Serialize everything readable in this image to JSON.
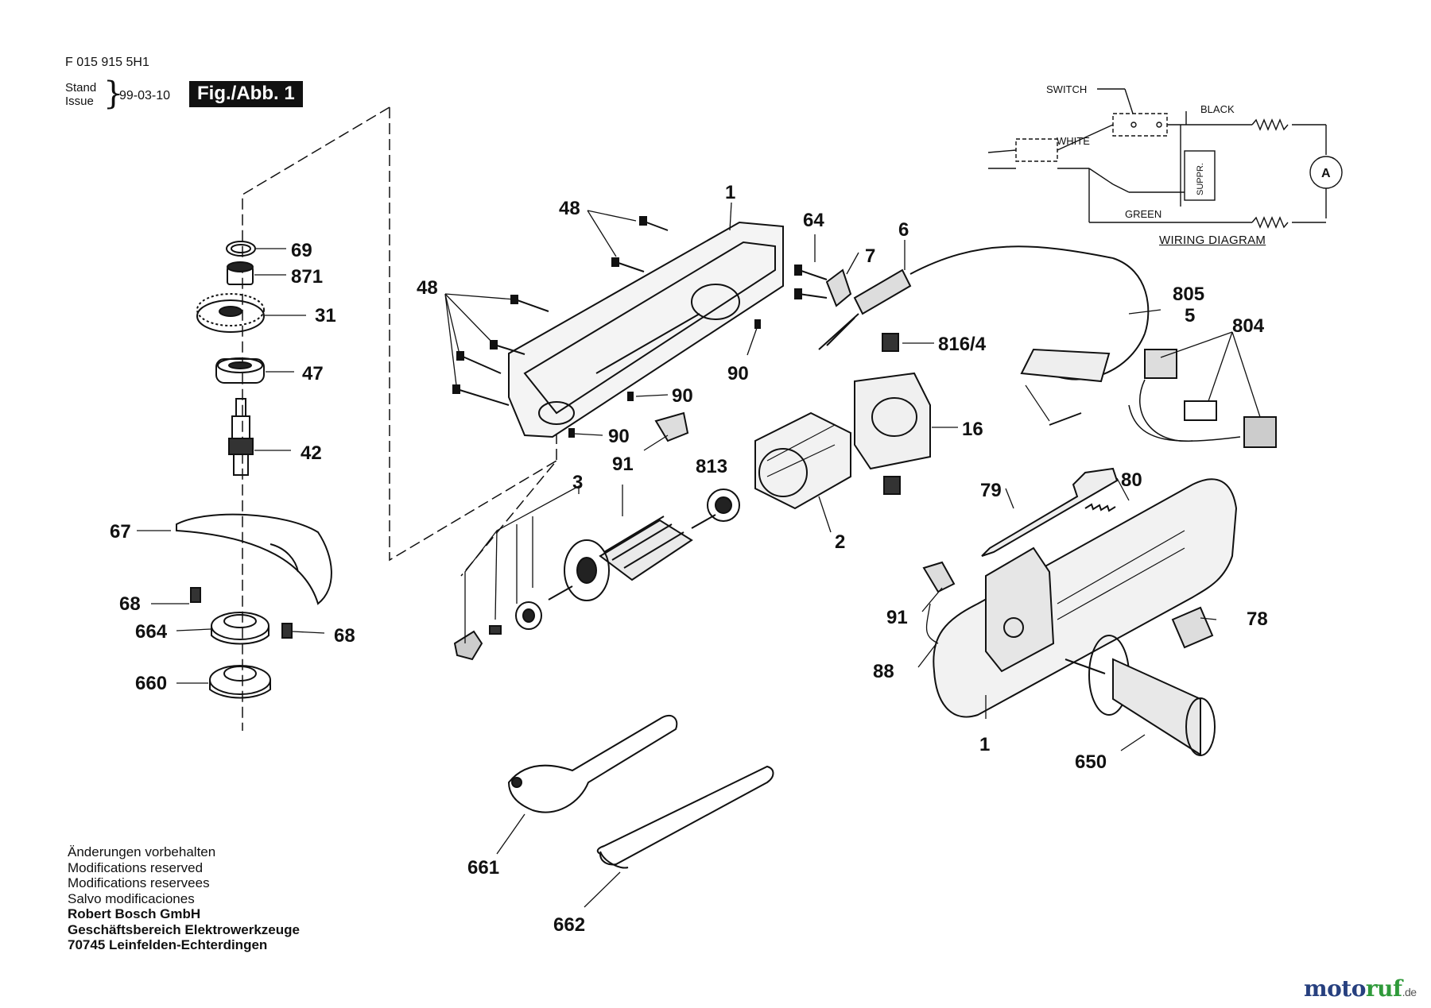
{
  "header": {
    "code": "F 015 915 5H1",
    "stand": "Stand",
    "issue": "Issue",
    "date": "99-03-10",
    "fig_label": "Fig./Abb. 1"
  },
  "callouts": {
    "c69": "69",
    "c871": "871",
    "c31": "31",
    "c47": "47",
    "c42": "42",
    "c67": "67",
    "c68a": "68",
    "c68b": "68",
    "c664": "664",
    "c660": "660",
    "c48a": "48",
    "c48b": "48",
    "c1a": "1",
    "c64": "64",
    "c7": "7",
    "c6": "6",
    "c816": "816/4",
    "c90a": "90",
    "c90b": "90",
    "c90c": "90",
    "c91a": "91",
    "c805": "805",
    "c5": "5",
    "c804": "804",
    "c16": "16",
    "c3": "3",
    "c813": "813",
    "c2": "2",
    "c79": "79",
    "c80": "80",
    "c91b": "91",
    "c88": "88",
    "c78": "78",
    "c1b": "1",
    "c650": "650",
    "c661": "661",
    "c662": "662"
  },
  "wiring": {
    "title": "WIRING DIAGRAM",
    "switch": "SWITCH",
    "black": "BLACK",
    "white": "WHITE",
    "green": "GREEN",
    "suppr": "SUPPR.",
    "motor": "A"
  },
  "footer": {
    "line1": "Änderungen vorbehalten",
    "line2": "Modifications reserved",
    "line3": "Modifications reservees",
    "line4": "Salvo modificaciones",
    "line5": "Robert Bosch GmbH",
    "line6": "Geschäftsbereich Elektrowerkzeuge",
    "line7": "70745 Leinfelden-Echterdingen"
  },
  "watermark": {
    "m1": "moto",
    "m2": "ruf",
    "tld": ".de"
  }
}
